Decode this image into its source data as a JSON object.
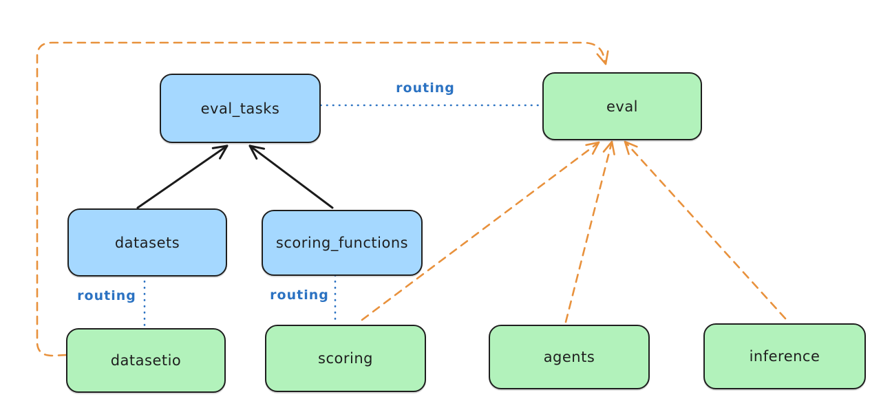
{
  "colors": {
    "canvas_background": "#ffffff",
    "node_blue_fill": "#a5d8ff",
    "node_green_fill": "#b2f2bb",
    "node_stroke": "#1e1e1e",
    "routing_blue": "#2b72c2",
    "orange_dashed": "#e8913c",
    "black_arrow": "#1b1b1b"
  },
  "nodes": {
    "eval_tasks": {
      "label": "eval_tasks"
    },
    "eval": {
      "label": "eval"
    },
    "datasets": {
      "label": "datasets"
    },
    "scoring_functions": {
      "label": "scoring_functions"
    },
    "datasetio": {
      "label": "datasetio"
    },
    "scoring": {
      "label": "scoring"
    },
    "agents": {
      "label": "agents"
    },
    "inference": {
      "label": "inference"
    }
  },
  "edge_labels": {
    "eval_tasks_eval": "routing",
    "datasets_datasetio": "routing",
    "scoring_functions_scoring": "routing"
  }
}
